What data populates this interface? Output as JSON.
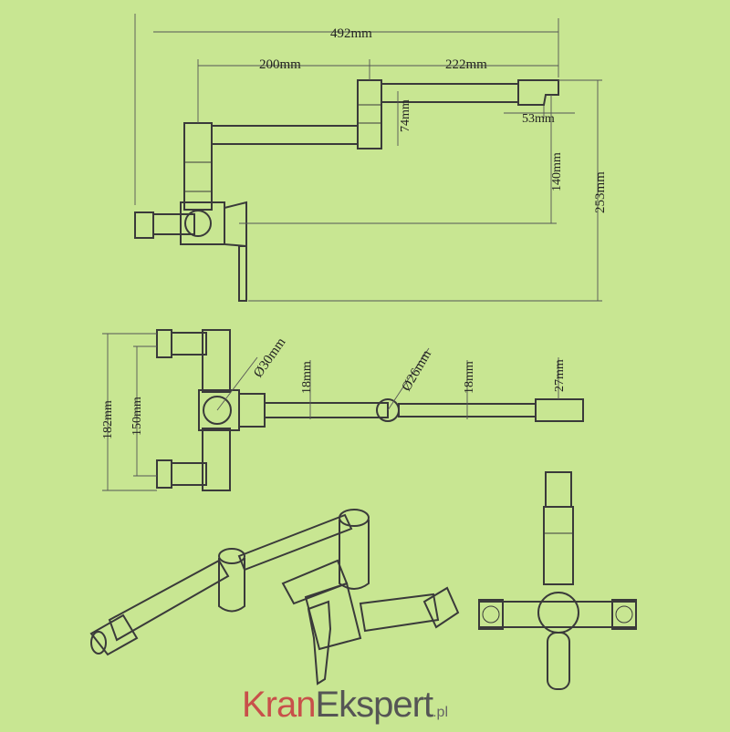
{
  "dimensions": {
    "total_length": "492mm",
    "arm1_length": "200mm",
    "arm2_length": "222mm",
    "joint_height": "74mm",
    "spout_width": "53mm",
    "spout_height": "140mm",
    "overall_height": "253mm",
    "inlet_spacing_outer": "182mm",
    "inlet_spacing_inner": "150mm",
    "body_diameter": "Ø30mm",
    "arm_diameter1": "18mm",
    "joint_diameter": "Ø26mm",
    "arm_diameter2": "18mm",
    "tip_width": "27mm"
  },
  "brand": {
    "part1": "Kran",
    "part2": "Ekspert",
    "suffix": ".pl"
  },
  "colors": {
    "background": "#c8e692",
    "line": "#3a3a3a",
    "brand_red": "#c8504a",
    "brand_gray": "#555555"
  }
}
